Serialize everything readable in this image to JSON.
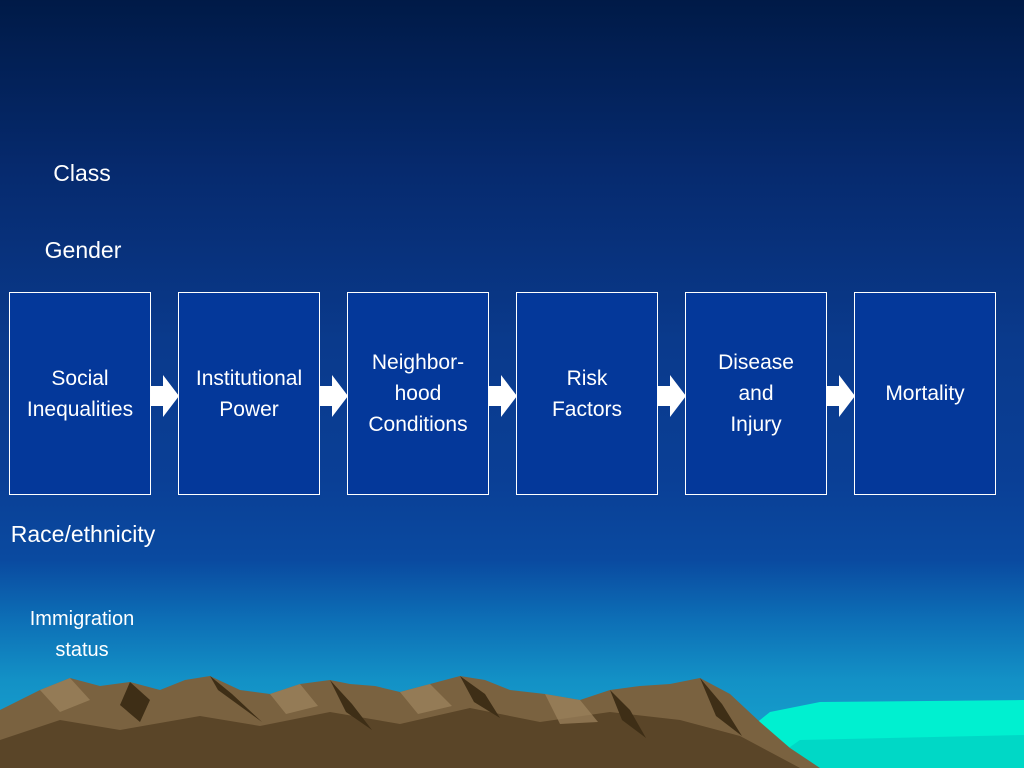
{
  "side_labels": {
    "class": "Class",
    "gender": "Gender",
    "race": "Race/ethnicity",
    "immigration": "Immigration\nstatus"
  },
  "flow_boxes": [
    {
      "label": "Social\nInequalities"
    },
    {
      "label": "Institutional\nPower"
    },
    {
      "label": "Neighbor-\nhood\nConditions"
    },
    {
      "label": "Risk\nFactors"
    },
    {
      "label": "Disease\nand\nInjury"
    },
    {
      "label": "Mortality"
    }
  ],
  "colors": {
    "box_fill": "#04389a",
    "box_border": "#ffffff",
    "arrow": "#ffffff",
    "text": "#ffffff",
    "mountain": "#7a6240",
    "water": "#00f0d0"
  }
}
